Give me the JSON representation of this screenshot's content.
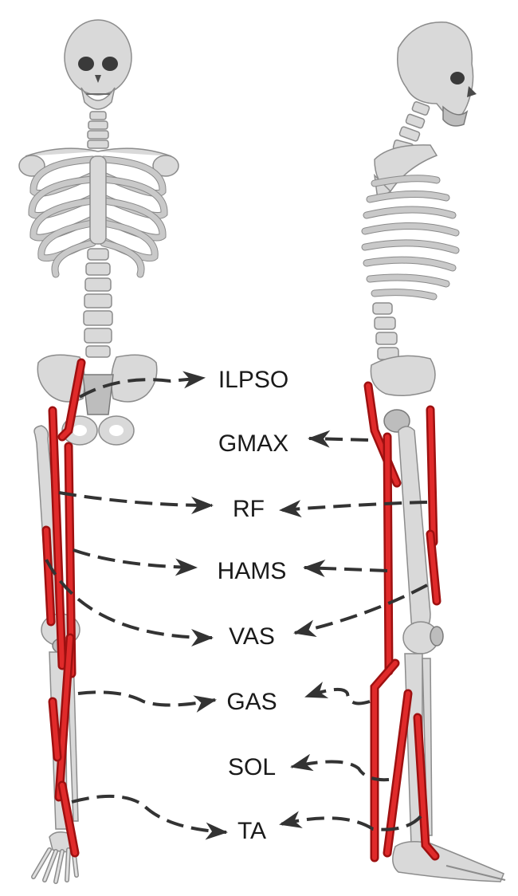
{
  "colors": {
    "muscle": "#c41a1a",
    "bone": "#d9d9d9",
    "arrow": "#333333",
    "background": "#ffffff"
  },
  "labels": {
    "ilpso": "ILPSO",
    "gmax": "GMAX",
    "rf": "RF",
    "hams": "HAMS",
    "vas": "VAS",
    "gas": "GAS",
    "sol": "SOL",
    "ta": "TA"
  }
}
